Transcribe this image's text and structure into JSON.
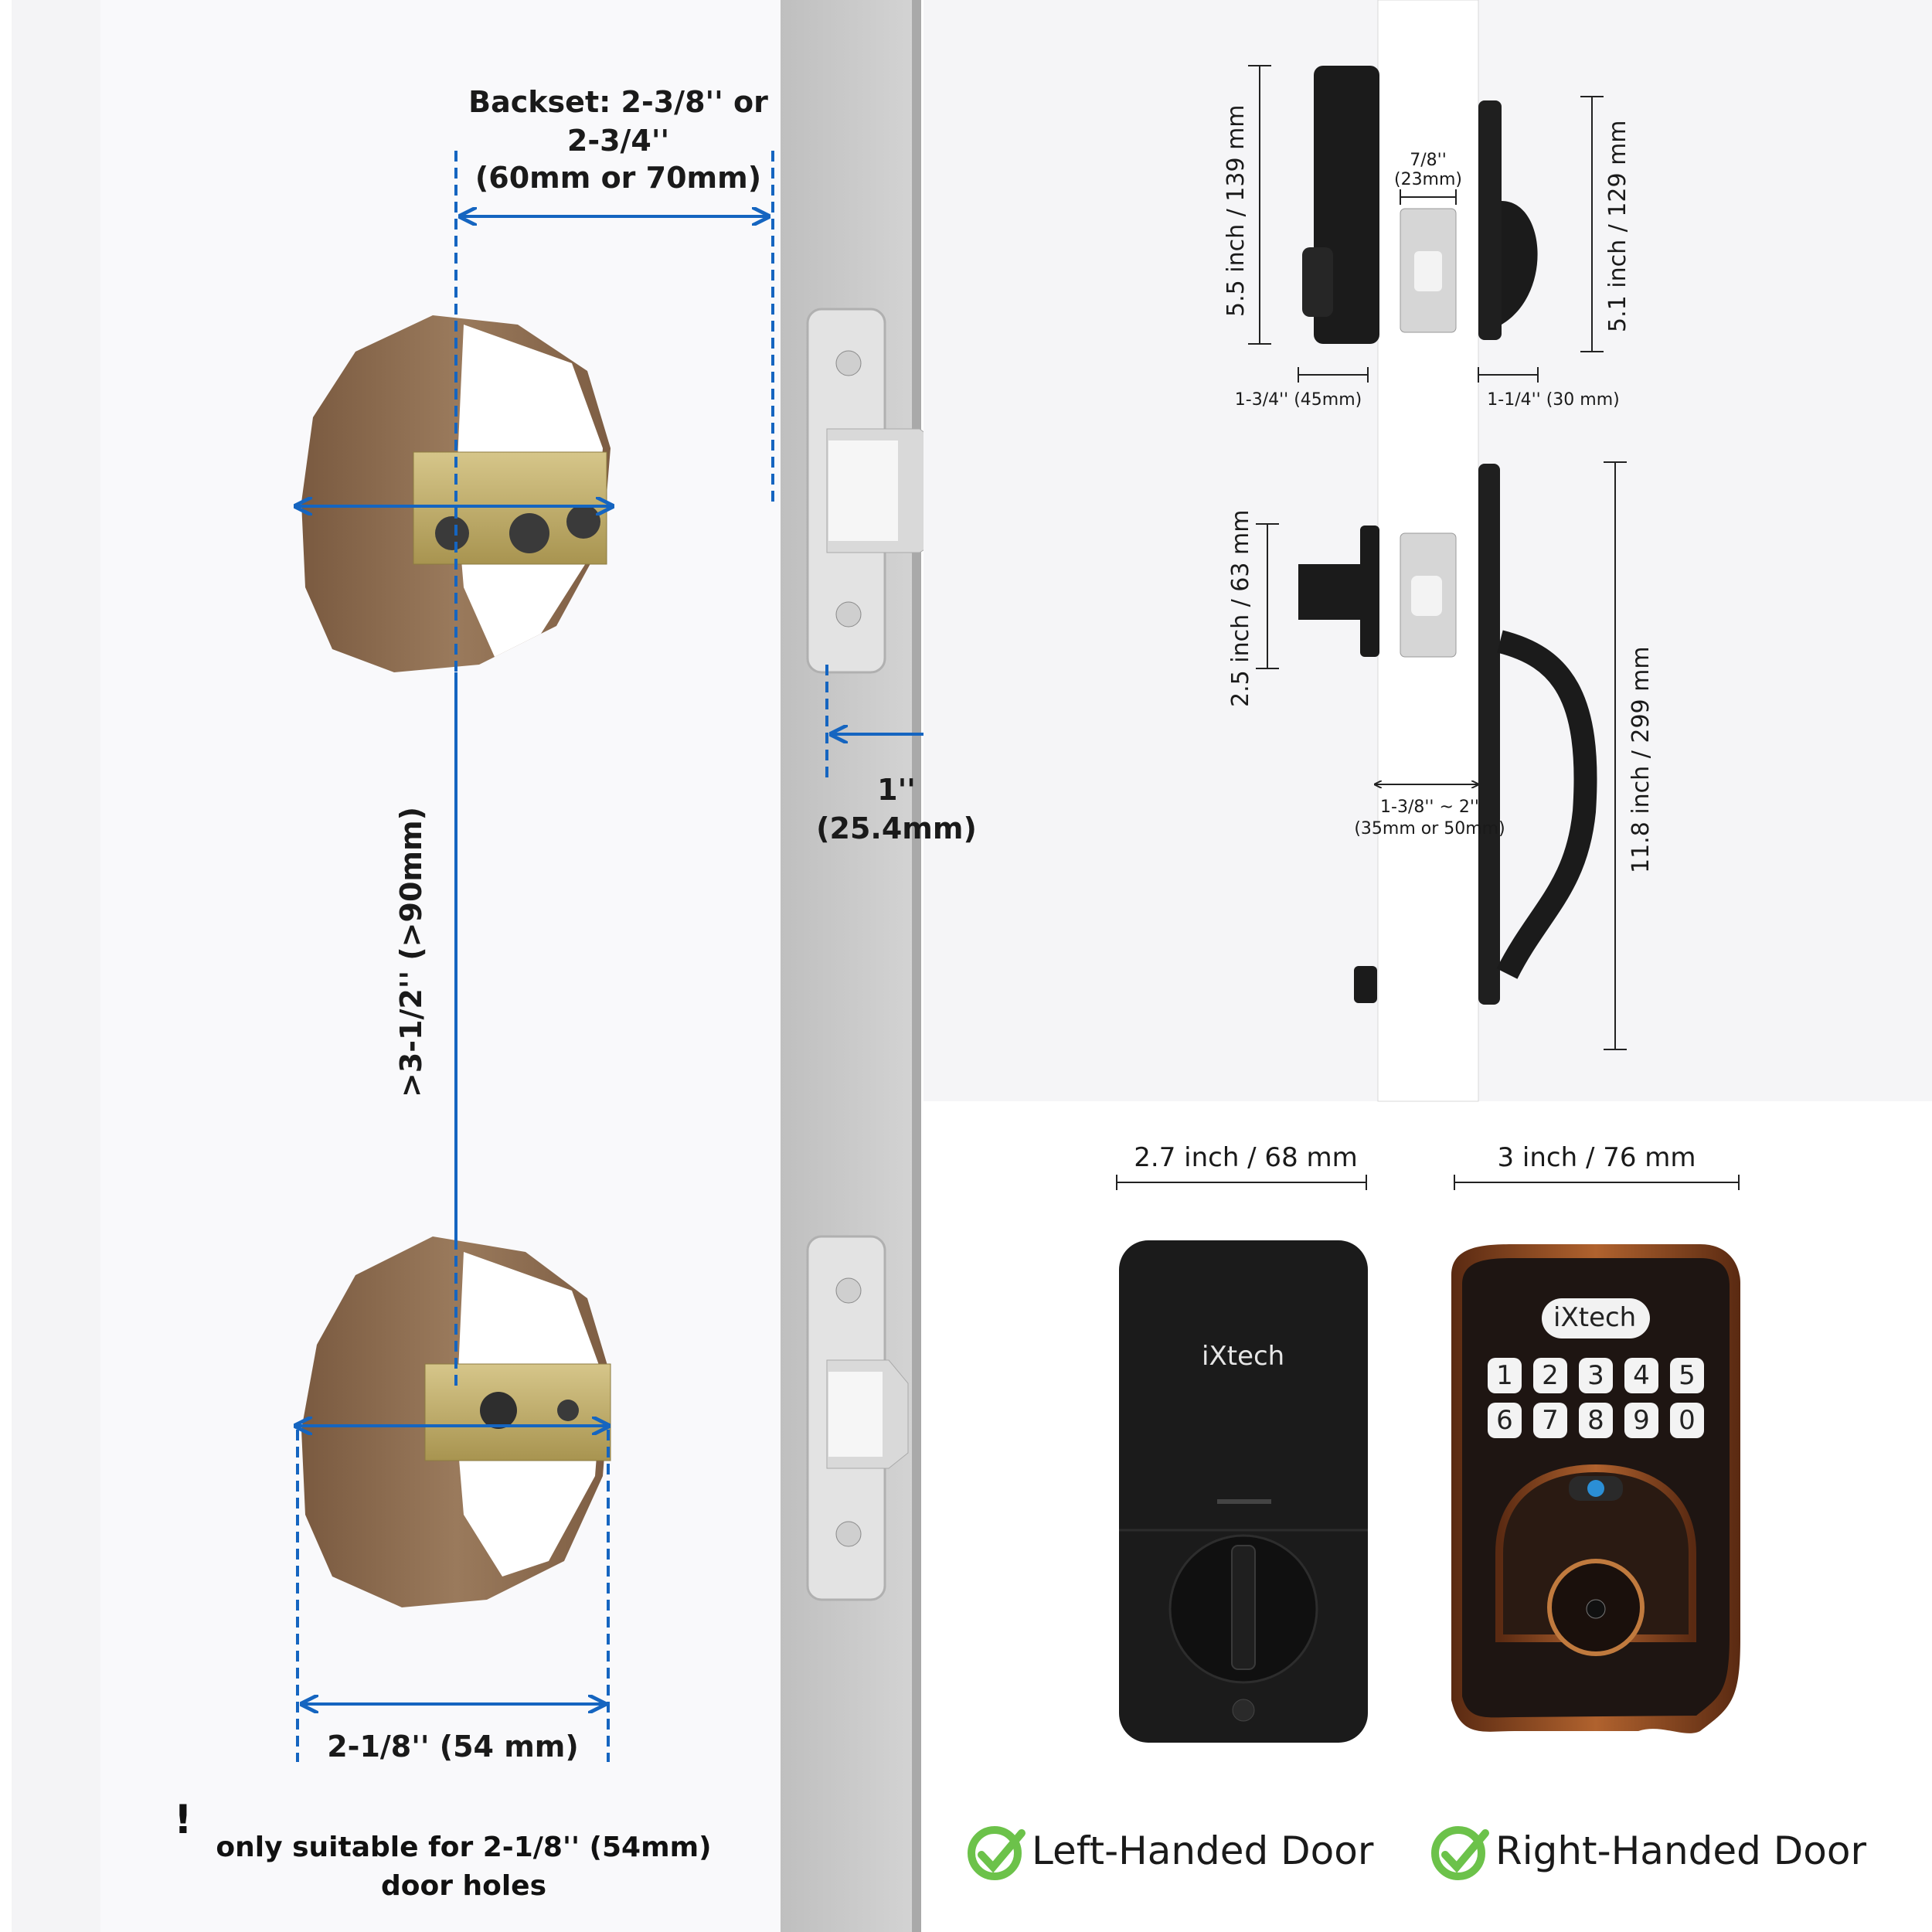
{
  "left_panel": {
    "backset_label": "Backset:  2-3/8'' or",
    "backset_label_2": "2-3/4''",
    "backset_metric": "(60mm or 70mm)",
    "edge_label": "1''",
    "edge_metric": "(25.4mm)",
    "spacing_label": ">3-1/2'' (>90mm)",
    "hole_label": "2-1/8'' (54 mm)",
    "warning_icon": "!",
    "warning_line1": "only suitable for 2-1/8'' (54mm)",
    "warning_line2": "door holes"
  },
  "side_view": {
    "deadbolt_height": "5.5 inch / 139 mm",
    "keypad_height": "5.1 inch / 129 mm",
    "plate_width": "7/8''",
    "plate_width_metric": "(23mm)",
    "inside_depth": "1-3/4'' (45mm)",
    "outside_depth": "1-1/4'' (30 mm)",
    "handle_inner_height": "2.5 inch / 63 mm",
    "handle_total_height": "11.8 inch / 299 mm",
    "door_thickness": "1-3/8'' ~ 2''",
    "door_thickness_metric": "(35mm or 50mm)"
  },
  "products": {
    "inside_width": "2.7 inch / 68 mm",
    "outside_width": "3 inch / 76 mm",
    "brand": "iXtech",
    "keys": [
      "1",
      "2",
      "3",
      "4",
      "5",
      "6",
      "7",
      "8",
      "9",
      "0"
    ]
  },
  "handed": {
    "left": "Left-Handed Door",
    "right": "Right-Handed Door",
    "check_color": "#6cc24a"
  },
  "colors": {
    "dimension_blue": "#1565c0",
    "wood": "#8a6a4f",
    "bronze": "#8a4a25",
    "black_finish": "#1b1b1b"
  }
}
